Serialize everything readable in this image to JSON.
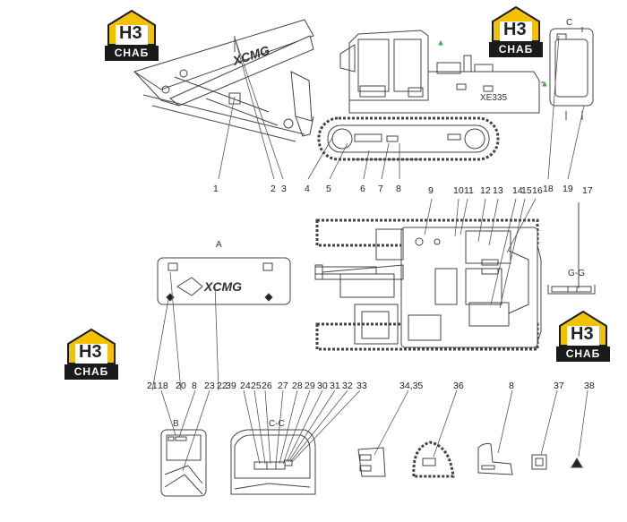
{
  "logo": {
    "name": "СНАБ",
    "mark": "H3"
  },
  "brand": "XCMG",
  "model": "XE335",
  "section_labels": {
    "a": "A",
    "b": "B",
    "c": "C",
    "cc": "C-C",
    "gg": "G-G"
  },
  "callouts": {
    "row1": [
      "1",
      "2",
      "3",
      "4",
      "5",
      "6",
      "7",
      "8",
      "18",
      "19"
    ],
    "row2": [
      "9",
      "10",
      "11",
      "12",
      "13",
      "14",
      "15",
      "16",
      "17"
    ],
    "row3": [
      "21",
      "18",
      "20",
      "8",
      "23",
      "22",
      "39",
      "24",
      "25",
      "26",
      "27",
      "28",
      "29",
      "30",
      "31",
      "32",
      "33",
      "34,35",
      "36",
      "8",
      "37",
      "38"
    ]
  }
}
